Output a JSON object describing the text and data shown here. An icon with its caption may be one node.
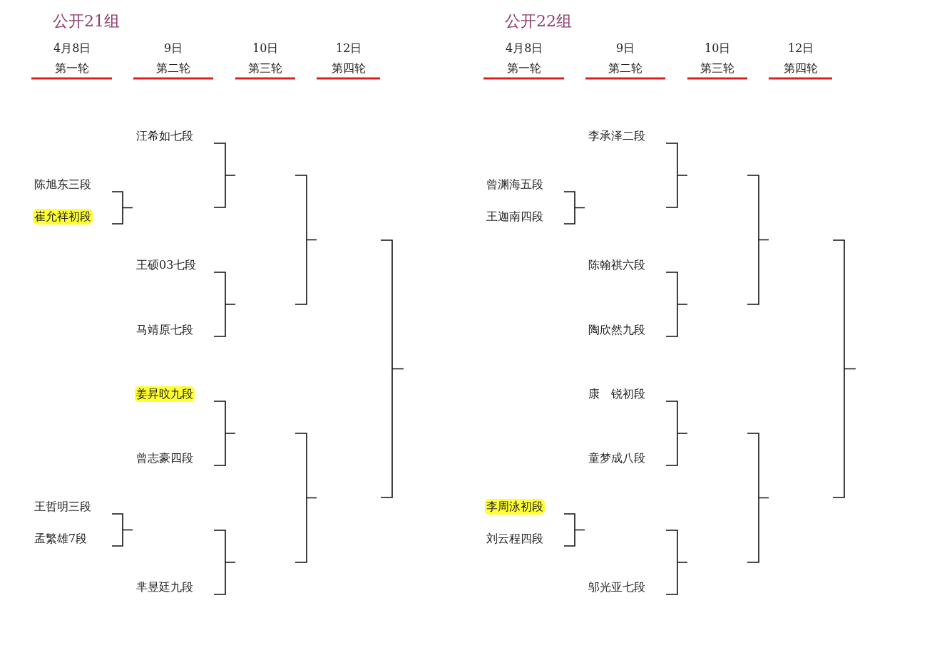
{
  "diagram": {
    "labels": [
      "公开21组",
      "公开22组",
      "4月8日",
      "9日",
      "10日",
      "12日",
      "4月8日",
      "9日",
      "10日",
      "12日",
      "第一轮",
      "第二轮",
      "第三轮",
      "第四轮",
      "第一轮",
      "第二轮",
      "第三轮",
      "第四轮",
      "汪希如七段",
      "李承泽二段",
      "陈旭东三段",
      "曾渊海五段",
      "崔允祥初段",
      "王迦南四段",
      "王硕03七段",
      "陈翰祺六段",
      "马靖原七段",
      "陶欣然九段",
      "姜昇旼九段",
      "康　锐初段",
      "曾志豪四段",
      "童梦成八段",
      "王哲明三段",
      "李周泳初段",
      "孟繁雄7段",
      "刘云程四段",
      "芈昱廷九段",
      "邬光亚七段"
    ]
  }
}
